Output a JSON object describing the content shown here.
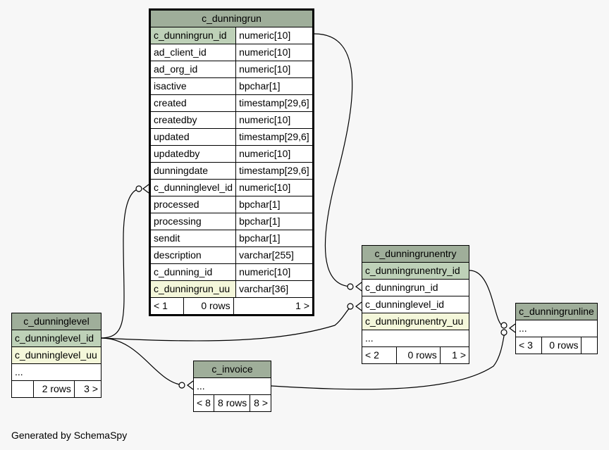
{
  "tables": {
    "c_dunningrun": {
      "name": "c_dunningrun",
      "columns": [
        {
          "name": "c_dunningrun_id",
          "type": "numeric[10]",
          "kind": "pk"
        },
        {
          "name": "ad_client_id",
          "type": "numeric[10]"
        },
        {
          "name": "ad_org_id",
          "type": "numeric[10]"
        },
        {
          "name": "isactive",
          "type": "bpchar[1]"
        },
        {
          "name": "created",
          "type": "timestamp[29,6]"
        },
        {
          "name": "createdby",
          "type": "numeric[10]"
        },
        {
          "name": "updated",
          "type": "timestamp[29,6]"
        },
        {
          "name": "updatedby",
          "type": "numeric[10]"
        },
        {
          "name": "dunningdate",
          "type": "timestamp[29,6]"
        },
        {
          "name": "c_dunninglevel_id",
          "type": "numeric[10]"
        },
        {
          "name": "processed",
          "type": "bpchar[1]"
        },
        {
          "name": "processing",
          "type": "bpchar[1]"
        },
        {
          "name": "sendit",
          "type": "bpchar[1]"
        },
        {
          "name": "description",
          "type": "varchar[255]"
        },
        {
          "name": "c_dunning_id",
          "type": "numeric[10]"
        },
        {
          "name": "c_dunningrun_uu",
          "type": "varchar[36]",
          "kind": "uq"
        }
      ],
      "footer": {
        "parents": "< 1",
        "rows": "0 rows",
        "children": "1 >"
      }
    },
    "c_dunningrunentry": {
      "name": "c_dunningrunentry",
      "columns": [
        {
          "name": "c_dunningrunentry_id",
          "kind": "pk"
        },
        {
          "name": "c_dunningrun_id"
        },
        {
          "name": "c_dunninglevel_id"
        },
        {
          "name": "c_dunningrunentry_uu",
          "kind": "uq"
        },
        {
          "name": "..."
        }
      ],
      "footer": {
        "parents": "< 2",
        "rows": "0 rows",
        "children": "1 >"
      }
    },
    "c_dunninglevel": {
      "name": "c_dunninglevel",
      "columns": [
        {
          "name": "c_dunninglevel_id",
          "kind": "pk"
        },
        {
          "name": "c_dunninglevel_uu",
          "kind": "uq"
        },
        {
          "name": "..."
        }
      ],
      "footer": {
        "parents": "",
        "rows": "2 rows",
        "children": "3 >"
      }
    },
    "c_invoice": {
      "name": "c_invoice",
      "columns": [
        {
          "name": "..."
        }
      ],
      "footer": {
        "parents": "< 8",
        "rows": "8 rows",
        "children": "8 >"
      }
    },
    "c_dunningrunline": {
      "name": "c_dunningrunline",
      "columns": [
        {
          "name": "..."
        }
      ],
      "footer": {
        "parents": "< 3",
        "rows": "0 rows",
        "children": ""
      }
    }
  },
  "footer_text": "Generated by SchemaSpy",
  "colors": {
    "header": "#9fae9a",
    "primary_key": "#bed1b8",
    "unique_key": "#f4f7da",
    "background": "#f7f7f7"
  }
}
